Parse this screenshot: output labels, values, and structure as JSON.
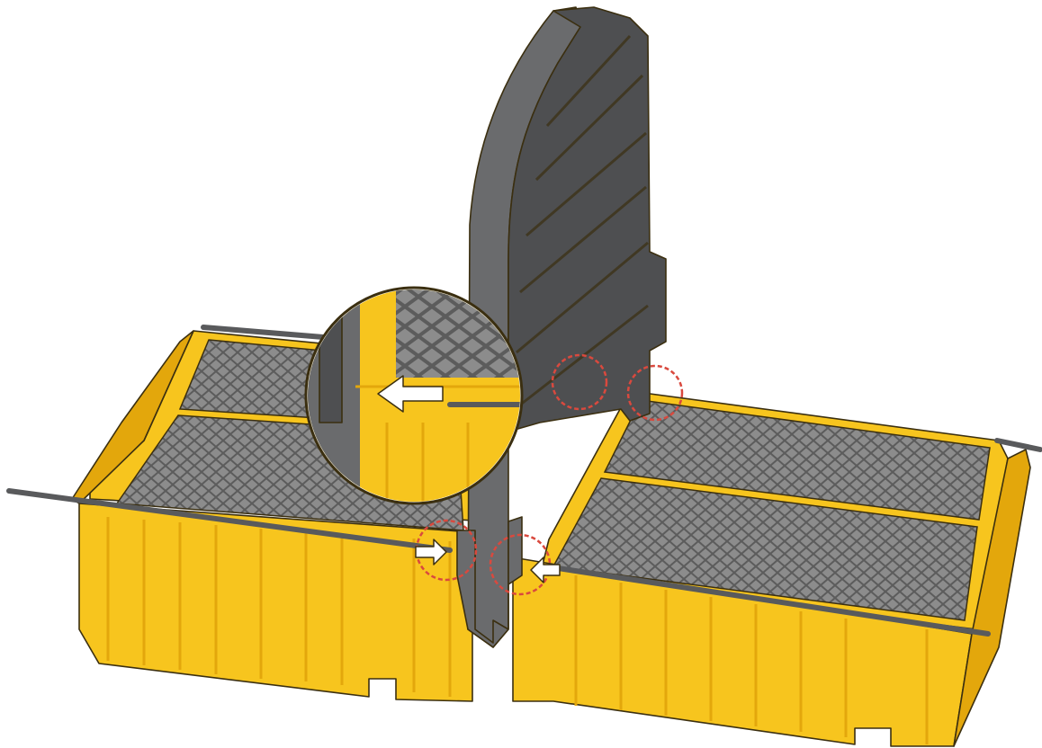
{
  "colors": {
    "background": "#ffffff",
    "tub_yellow": "#f7c51e",
    "tub_shadow": "#e3a70c",
    "tub_highlight": "#fcd94a",
    "outline": "#3b2f10",
    "grate": "#8c8c8c",
    "grate_dark": "#5c5c5c",
    "divider": "#6a6b6d",
    "divider_dark": "#4e4f51",
    "rod": "#595a5c",
    "callout_ring": "#d9493e",
    "arrow_fill": "#ffffff"
  },
  "icons": {
    "arrow": "white-block-arrow",
    "callout": "dashed-red-circle",
    "magnifier": "detail-magnifier-circle"
  },
  "parts": {
    "left_tub": "left-spill-tub",
    "right_tub": "right-spill-tub",
    "divider": "center-divider-panel",
    "rods": "connector-rods",
    "grates": "grate-panels"
  }
}
